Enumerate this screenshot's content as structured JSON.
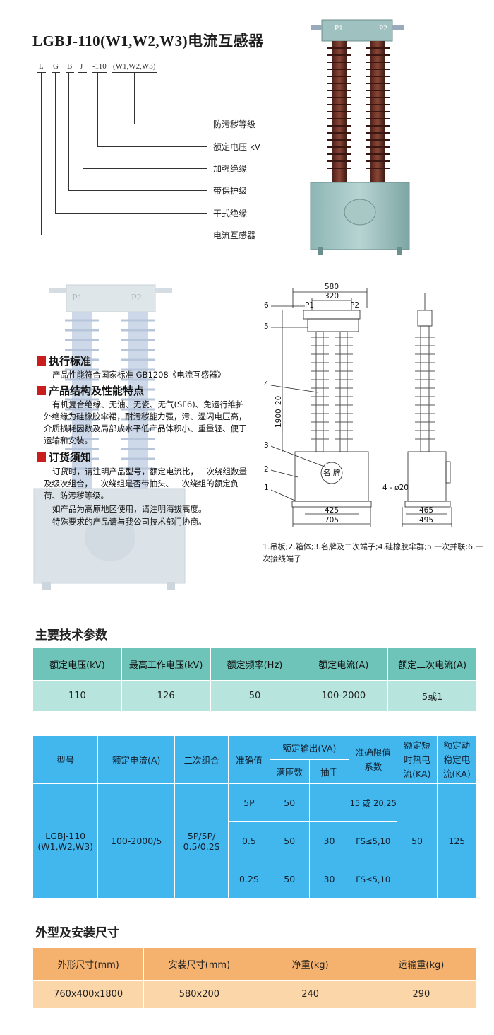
{
  "title": "LGBJ-110(W1,W2,W3)电流互感器",
  "code": {
    "parts": [
      "L",
      "G",
      "B",
      "J",
      "-110",
      "(W1,W2,W3)"
    ],
    "meanings": [
      "防污秽等级",
      "额定电压 kV",
      "加强绝缘",
      "带保护级",
      "干式绝缘",
      "电流互感器"
    ]
  },
  "sections": {
    "standard": {
      "heading": "执行标准",
      "text": "产品性能符合国家标准 GB1208《电流互感器》"
    },
    "features": {
      "heading": "产品结构及性能特点",
      "text": "有机复合绝缘、无油、无瓷、无气(SF6)、免运行维护外绝缘为硅橡胶伞裙，耐污秽能力强，污、湿闪电压高，介质损耗因数及局部放水平低产品体积小、重量轻、便于运输和安装。"
    },
    "ordering": {
      "heading": "订货须知",
      "text1": "订货时，请注明产品型号，额定电流比，二次绕组数量及级次组合，二次绕组是否带抽头、二次绕组的额定负荷、防污秽等级。",
      "text2": "如产品为高原地区使用，请注明海拔高度。",
      "text3": "特殊要求的产品请与我公司技术部门协商。"
    }
  },
  "photo_labels": {
    "p1": "P1",
    "p2": "P2"
  },
  "drawing": {
    "dims": {
      "d580": "580",
      "d320": "320",
      "d1900": "1900",
      "d20": "20",
      "d425": "425",
      "d705": "705",
      "d465": "465",
      "d495": "495",
      "holes": "4 - ø20"
    },
    "callouts": [
      "1",
      "2",
      "3",
      "4",
      "5",
      "6"
    ],
    "terminals": {
      "p1": "P1",
      "p2": "P2"
    },
    "nameplate": "名 牌",
    "caption": "1.吊板;2.箱体;3.名牌及二次端子;4.硅橡胶伞群;5.一次并联;6.一次接线端子"
  },
  "main_params": {
    "heading": "主要技术参数",
    "headers": [
      "额定电压(kV)",
      "最高工作电压(kV)",
      "额定频率(Hz)",
      "额定电流(A)",
      "额定二次电流(A)"
    ],
    "values": [
      "110",
      "126",
      "50",
      "100-2000",
      "5或1"
    ]
  },
  "model_table": {
    "headers": {
      "model": "型号",
      "rated_current": "额定电流(A)",
      "secondary": "二次组合",
      "accuracy": "准确值",
      "output": "额定输出(VA)",
      "full": "满匝数",
      "tap": "抽手",
      "limit": "准确限值系数",
      "short_thermal": "额定短时热电流(KA)",
      "dynamic": "额定动稳定电流(KA)"
    },
    "model_name": "LGBJ-110",
    "model_sub": "(W1,W2,W3)",
    "current": "100-2000/5",
    "combo1": "5P/5P/",
    "combo2": "0.5/0.2S",
    "rows": [
      {
        "accuracy": "5P",
        "full": "50",
        "tap": "",
        "limit": "15 或 20,25"
      },
      {
        "accuracy": "0.5",
        "full": "50",
        "tap": "30",
        "limit": "FS≤5,10"
      },
      {
        "accuracy": "0.2S",
        "full": "50",
        "tap": "30",
        "limit": "FS≤5,10"
      }
    ],
    "short_thermal": "50",
    "dynamic": "125"
  },
  "dims_table": {
    "heading": "外型及安装尺寸",
    "headers": [
      "外形尺寸(mm)",
      "安装尺寸(mm)",
      "净重(kg)",
      "运输重(kg)"
    ],
    "values": [
      "760x400x1800",
      "580x200",
      "240",
      "290"
    ]
  },
  "colors": {
    "accent_red": "#c81e1e",
    "teal_header": "#6fc4ba",
    "blue_table": "#41b7ee",
    "orange_header": "#f5b26e"
  }
}
